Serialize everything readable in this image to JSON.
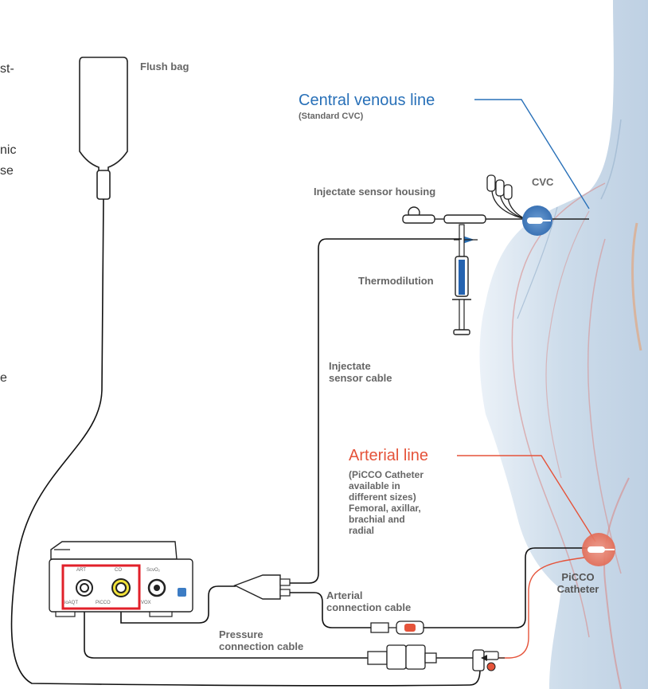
{
  "colors": {
    "venous": "#2870b8",
    "arterial": "#e5533a",
    "label": "#666666",
    "cable": "#111111",
    "body": "#c9d9e8",
    "highlight": "#e1202a"
  },
  "fragments": {
    "line1": "st-",
    "line2": "nic",
    "line3": "se",
    "line4": "e"
  },
  "labels": {
    "flush_bag": "Flush bag",
    "central_venous_title": "Central venous line",
    "central_venous_sub": "(Standard CVC)",
    "injectate_sensor_housing": "Injectate sensor housing",
    "cvc": "CVC",
    "thermodilution": "Thermodilution",
    "injectate_sensor_cable_1": "Injectate",
    "injectate_sensor_cable_2": "sensor cable",
    "arterial_title": "Arterial line",
    "arterial_desc": [
      "(PiCCO Catheter",
      "available in",
      "different sizes)",
      "Femoral, axillar,",
      "brachial and",
      "radial"
    ],
    "picco_catheter_1": "PiCCO",
    "picco_catheter_2": "Catheter",
    "arterial_connection_1": "Arterial",
    "arterial_connection_2": "connection cable",
    "pressure_connection_1": "Pressure",
    "pressure_connection_2": "connection cable"
  },
  "monitor": {
    "port_art": "ART",
    "port_co": "CO",
    "port_scvo2": "ScvO₂",
    "label_ioaqt": "ioAQT",
    "label_picco": "PiCCO",
    "label_vox": "VOX"
  }
}
